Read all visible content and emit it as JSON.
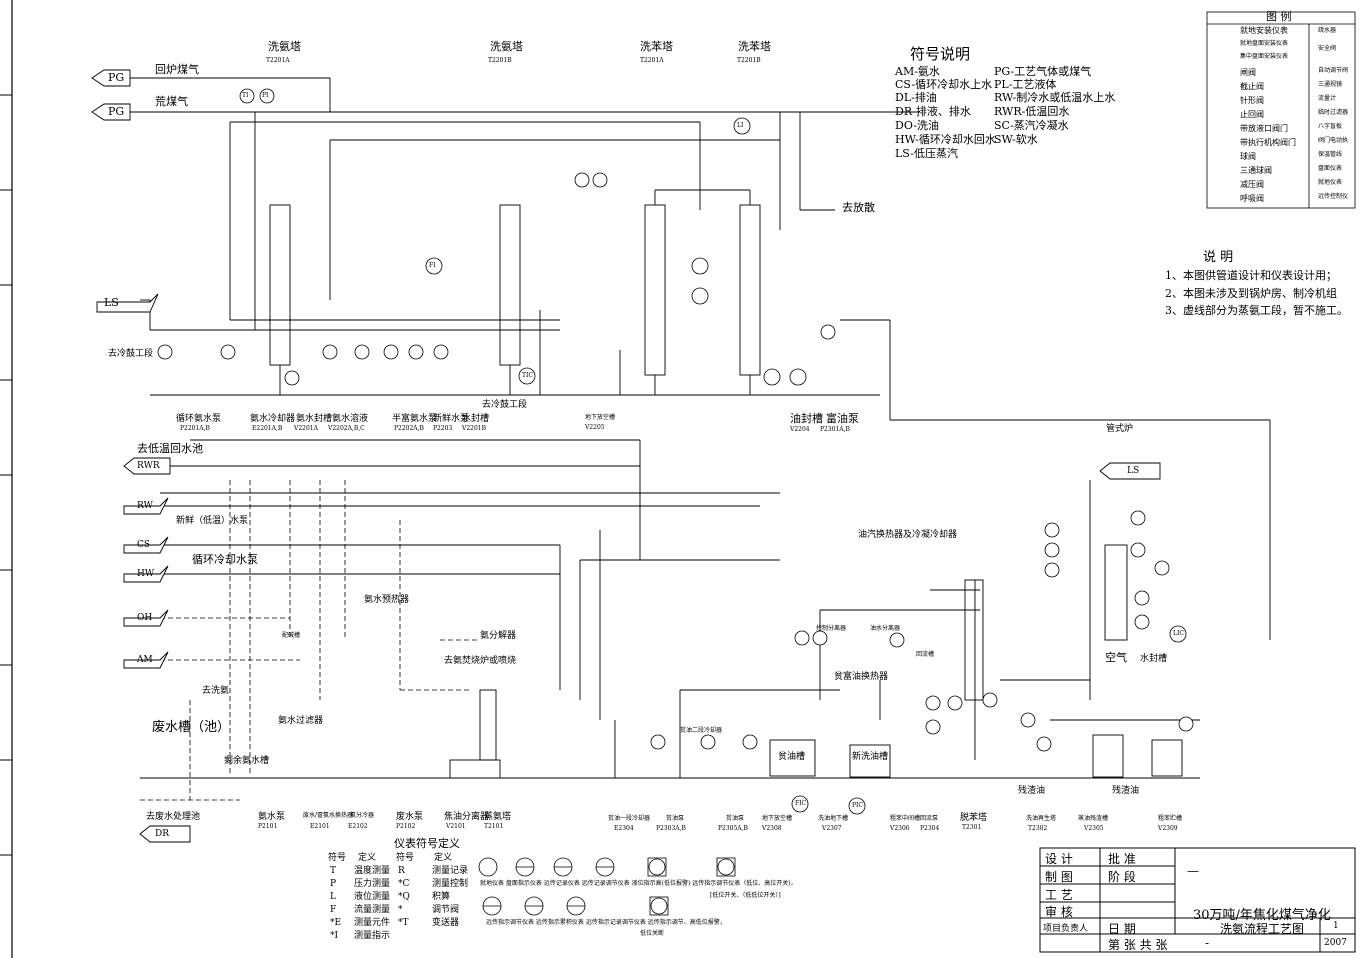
{
  "drawing": {
    "towers": [
      {
        "name": "洗氨塔",
        "tag": "T2201A"
      },
      {
        "name": "洗氨塔",
        "tag": "T2201B"
      },
      {
        "name": "洗苯塔",
        "tag": "T2201A"
      },
      {
        "name": "洗苯塔",
        "tag": "T2201B"
      }
    ],
    "flags": [
      {
        "code": "PG",
        "text": "回炉煤气"
      },
      {
        "code": "PG",
        "text": "荒煤气"
      },
      {
        "code": "LS",
        "text": ""
      },
      {
        "code": "RWR",
        "text": "去低温回水池"
      },
      {
        "code": "RW",
        "text": "新鲜（低温）水泵"
      },
      {
        "code": "CS",
        "text": "循环冷却水泵"
      },
      {
        "code": "HW",
        "text": ""
      },
      {
        "code": "OH",
        "text": ""
      },
      {
        "code": "AM",
        "text": ""
      },
      {
        "code": "DR",
        "text": "去废水处理池"
      },
      {
        "code": "LS",
        "text": "管式炉"
      }
    ],
    "notes_free": [
      "去冷鼓工段",
      "去冷鼓工段",
      "去放散",
      "去洗氨",
      "去氨焚烧炉或喷烧",
      "氨水预热器",
      "氨分解器",
      "废水槽（池）",
      "空气",
      "水封槽",
      "油汽换热器及冷凝冷却器",
      "贫富油换热器",
      "残渣油",
      "残渣油",
      "地下放空槽"
    ],
    "bottom_equipment": [
      {
        "name": "循环氨水泵",
        "tag": "P2201A,B"
      },
      {
        "name": "氨水冷却器",
        "tag": "E2201A,B"
      },
      {
        "name": "氨水封槽",
        "tag": "V2201A"
      },
      {
        "name": "氨水溶液",
        "tag": "V2202A,B,C"
      },
      {
        "name": "半富氨水泵",
        "tag": "P2202A,B"
      },
      {
        "name": "新鲜水泵",
        "tag": "P2203"
      },
      {
        "name": "水封槽",
        "tag": "V2201B"
      },
      {
        "name": "油水地下放空槽",
        "tag": "V2205"
      },
      {
        "name": "油封槽",
        "tag": "V2204"
      },
      {
        "name": "富油泵",
        "tag": "P2301A,B"
      },
      {
        "name": "氨水泵",
        "tag": "P2101"
      },
      {
        "name": "废水/冒氨水换热器",
        "tag": "E2101"
      },
      {
        "name": "氨分冷器",
        "tag": "E2102"
      },
      {
        "name": "废水泵",
        "tag": "P2102"
      },
      {
        "name": "焦油分离器",
        "tag": "V2101"
      },
      {
        "name": "蒸氨塔",
        "tag": "T2101"
      },
      {
        "name": "贫油一段冷却器",
        "tag": "E2304"
      },
      {
        "name": "贫油泵",
        "tag": "P2303A,B"
      },
      {
        "name": "贫油泵",
        "tag": "P2305A,B"
      },
      {
        "name": "地下放空槽",
        "tag": "V2308"
      },
      {
        "name": "洗油地下槽",
        "tag": "V2307"
      },
      {
        "name": "粗苯中间槽",
        "tag": "V2306"
      },
      {
        "name": "回流泵",
        "tag": "P2304"
      },
      {
        "name": "脱苯塔",
        "tag": "T2301"
      },
      {
        "name": "洗油再生塔",
        "tag": "T2302"
      },
      {
        "name": "蒸油残渣槽",
        "tag": "V2305"
      },
      {
        "name": "粗苯贮槽",
        "tag": "V2309"
      }
    ],
    "mid_equipment": [
      "控制分离器",
      "油水分离器",
      "回流槽",
      "贫油二段冷却器",
      "贫油槽",
      "新洗油槽",
      "剩余氨水槽",
      "氨水过滤器",
      "配碱槽"
    ],
    "instrument_samples": [
      "TI",
      "PI",
      "LI",
      "FI",
      "TIC",
      "LIC",
      "FIC",
      "PIC"
    ]
  },
  "symbol_legend": {
    "title": "符号说明",
    "left": [
      "AM-氨水",
      "CS-循环冷却水上水",
      "DL-排油",
      "DR-排液、排水",
      "DO-洗油",
      "HW-循环冷却水回水",
      "LS-低压蒸汽"
    ],
    "right": [
      "PG-工艺气体或煤气",
      "PL-工艺液体",
      "RW-制冷水或低温水上水",
      "RWR-低温回水",
      "SC-蒸汽冷凝水",
      "SW-软水"
    ]
  },
  "legend_table": {
    "title": "图  例",
    "left": [
      "就地安装仪表",
      "就地盘面安装仪表",
      "集中盘面安装仪表",
      "闸阀",
      "截止阀",
      "针形阀",
      "止回阀",
      "带放液口阀门",
      "带执行机构阀门",
      "球阀",
      "三通球阀",
      "减压阀",
      "呼吸阀"
    ],
    "right": [
      "疏水器",
      "安全阀",
      "",
      "自动调节阀",
      "三通视镜",
      "流量计",
      "临时过滤器",
      "八字盲板",
      "阀门电动执",
      "保温管线",
      "盘面仪表",
      "就地仪表",
      "远传控制仪"
    ]
  },
  "notes": {
    "title": "说  明",
    "items": [
      "1、本图供管道设计和仪表设计用；",
      "2、本图未涉及到锅炉房、制冷机组",
      "3、虚线部分为蒸氨工段，暂不施工。"
    ]
  },
  "instrument_key": {
    "title": "仪表符号定义",
    "header": [
      "符号",
      "定义",
      "符号",
      "定义"
    ],
    "rows": [
      [
        "T",
        "温度测量",
        "R",
        "测量记录"
      ],
      [
        "P",
        "压力测量",
        "*C",
        "测量控制"
      ],
      [
        "L",
        "液位测量",
        "*Q",
        "积算"
      ],
      [
        "F",
        "流量测量",
        "*",
        "调节阀"
      ],
      [
        "*E",
        "测量元件",
        "*T",
        "变送器"
      ],
      [
        "*I",
        "测量指示",
        "",
        ""
      ]
    ],
    "desc1": "就地仪表   盘面指示仪表   远传记录仪表   远传记录调节仪表   液位指示高(低位报警)   远传指示调节仪表（低位、高位开关)，",
    "desc2": "[低位开关、（低低位开关）]",
    "desc3": "远传指示调节仪表   远传指示累积仪表   远传指示记录调节仪表   远传指示调节、高低位报警，",
    "desc4": "低位关断"
  },
  "title_block": {
    "rows": [
      [
        "设  计",
        "批  准"
      ],
      [
        "制  图",
        "阶  段"
      ],
      [
        "工  艺",
        ""
      ],
      [
        "审  核",
        ""
      ],
      [
        "项目负责人",
        "日  期"
      ]
    ],
    "stage_value": "—",
    "project": "30万吨/年焦化煤气净化",
    "drawing_title": "洗氨流程工艺图",
    "sheet_line": "第  张 共  张",
    "sheet_value": "-",
    "sheet_no": "1",
    "year": "2007"
  }
}
